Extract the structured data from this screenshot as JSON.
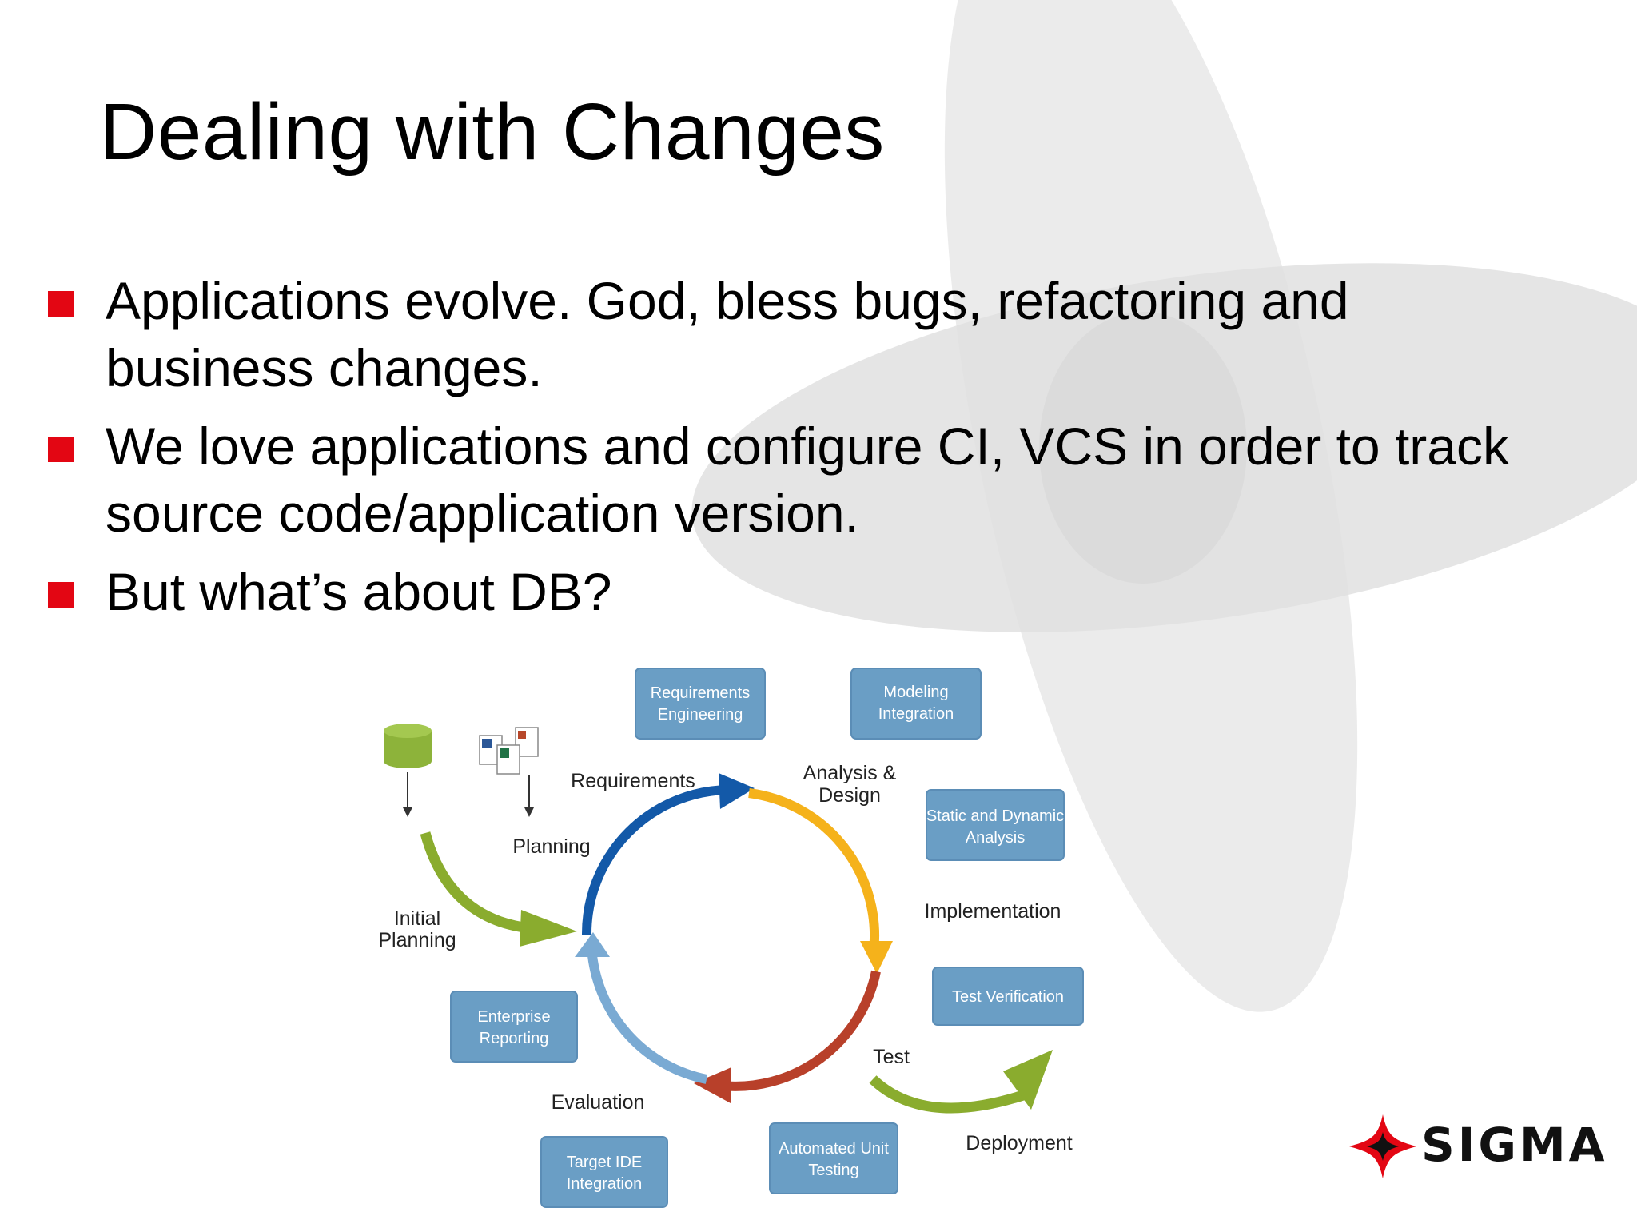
{
  "slide": {
    "title": "Dealing with Changes",
    "bullets": [
      "Applications evolve. God, bless bugs, refactoring and business changes.",
      "We love applications and configure CI, VCS in order to track source code/application version.",
      "But what’s about DB?"
    ],
    "bullet_color": "#e30613"
  },
  "cycle": {
    "boxes": {
      "requirements_engineering": [
        "Requirements",
        "Engineering"
      ],
      "modeling_integration": [
        "Modeling",
        "Integration"
      ],
      "static_dynamic_analysis": [
        "Static and Dynamic",
        "Analysis"
      ],
      "test_verification": [
        "Test Verification"
      ],
      "automated_unit_testing": [
        "Automated Unit",
        "Testing"
      ],
      "target_ide_integration": [
        "Target IDE",
        "Integration"
      ],
      "enterprise_reporting": [
        "Enterprise",
        "Reporting"
      ]
    },
    "labels": {
      "requirements": "Requirements",
      "analysis_design": [
        "Analysis &",
        "Design"
      ],
      "planning": "Planning",
      "initial_planning": [
        "Initial",
        "Planning"
      ],
      "implementation": "Implementation",
      "test": "Test",
      "evaluation": "Evaluation",
      "deployment": "Deployment"
    },
    "colors": {
      "box": "#6a9ec5",
      "arc_blue": "#1359a8",
      "arc_yellow": "#f5b21b",
      "arc_red": "#b8402a",
      "arc_lightblue": "#7aaad3",
      "arrow_green": "#8aac2e",
      "db_green": "#8db33a"
    }
  },
  "logo": {
    "text": "SIGMA",
    "accent": "#e30613"
  }
}
